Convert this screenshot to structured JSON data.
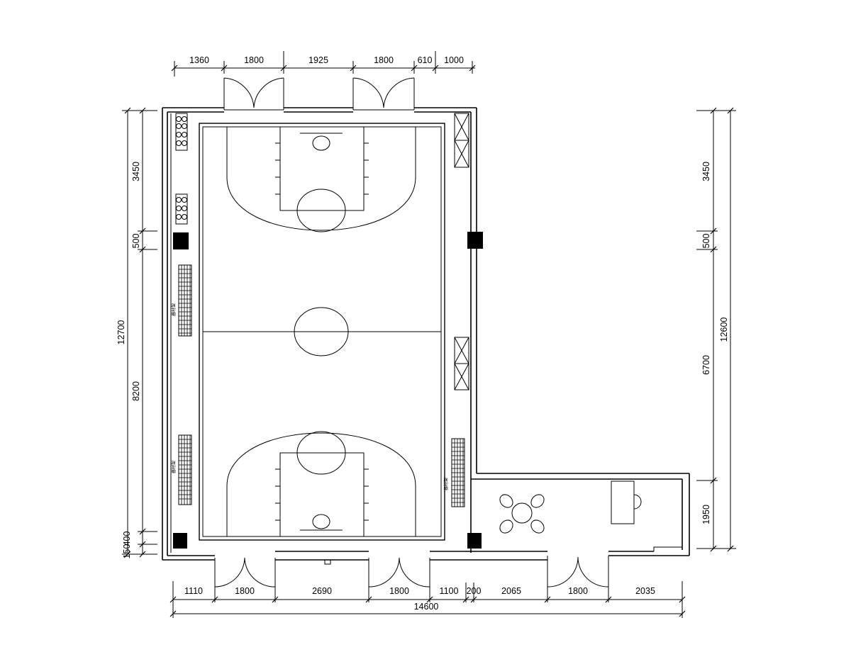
{
  "plan": {
    "top_dimensions": [
      "1360",
      "1800",
      "1925",
      "1800",
      "610",
      "1000"
    ],
    "bottom_dimensions": [
      "1110",
      "1800",
      "2690",
      "1800",
      "1100",
      "200",
      "2065",
      "1800",
      "2035"
    ],
    "bottom_total": "14600",
    "left_dimensions": [
      "3450",
      "500",
      "8200",
      "400",
      "150"
    ],
    "left_total": "12700",
    "right_dimensions": [
      "3450",
      "500",
      "6700",
      "1950"
    ],
    "right_total": "12600",
    "small_labels": {
      "left_rack_upper": "器材架",
      "left_rack_lower": "器材架",
      "right_rack": "器材架"
    }
  }
}
